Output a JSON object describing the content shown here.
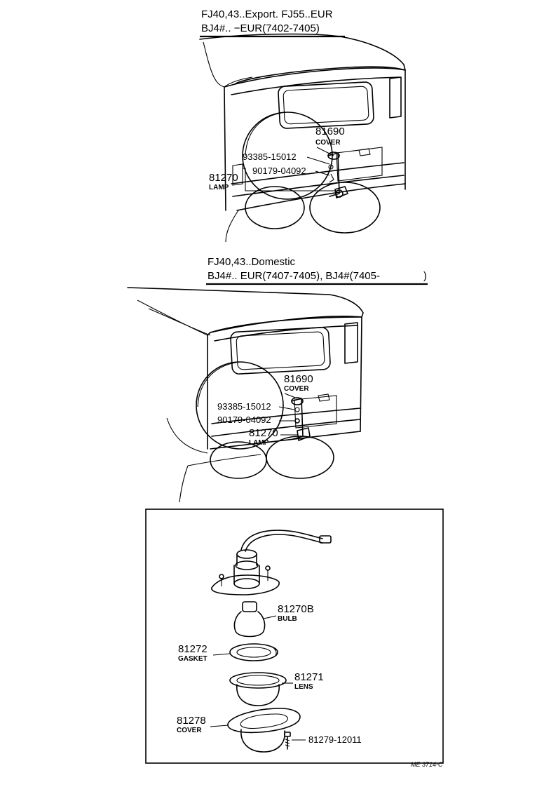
{
  "diagram": {
    "section_1": {
      "header_line_1": "FJ40,43..Export. FJ55..EUR",
      "header_line_2": "BJ4#.. −EUR(7402-7405)",
      "labels": {
        "cover_number": "81690",
        "cover_name": "COVER",
        "screw_number": "93385-15012",
        "nut_number": "90179-04092",
        "lamp_number": "81270",
        "lamp_name": "LAMP"
      }
    },
    "section_2": {
      "header_line_1": "FJ40,43..Domestic",
      "header_line_2": "BJ4#.. EUR(7407-7405), BJ4#(7405-",
      "header_line_2_close": ")",
      "labels": {
        "cover_number": "81690",
        "cover_name": "COVER",
        "screw_number": "93385-15012",
        "nut_number": "90179-04092",
        "lamp_number": "81270",
        "lamp_name": "LAMP"
      }
    },
    "detail": {
      "bulb_number": "81270B",
      "bulb_name": "BULB",
      "gasket_number": "81272",
      "gasket_name": "GASKET",
      "lens_number": "81271",
      "lens_name": "LENS",
      "cover_number": "81278",
      "cover_name": "COVER",
      "screw_number": "81279-12011"
    },
    "reference_code": "ME 3714-C"
  }
}
